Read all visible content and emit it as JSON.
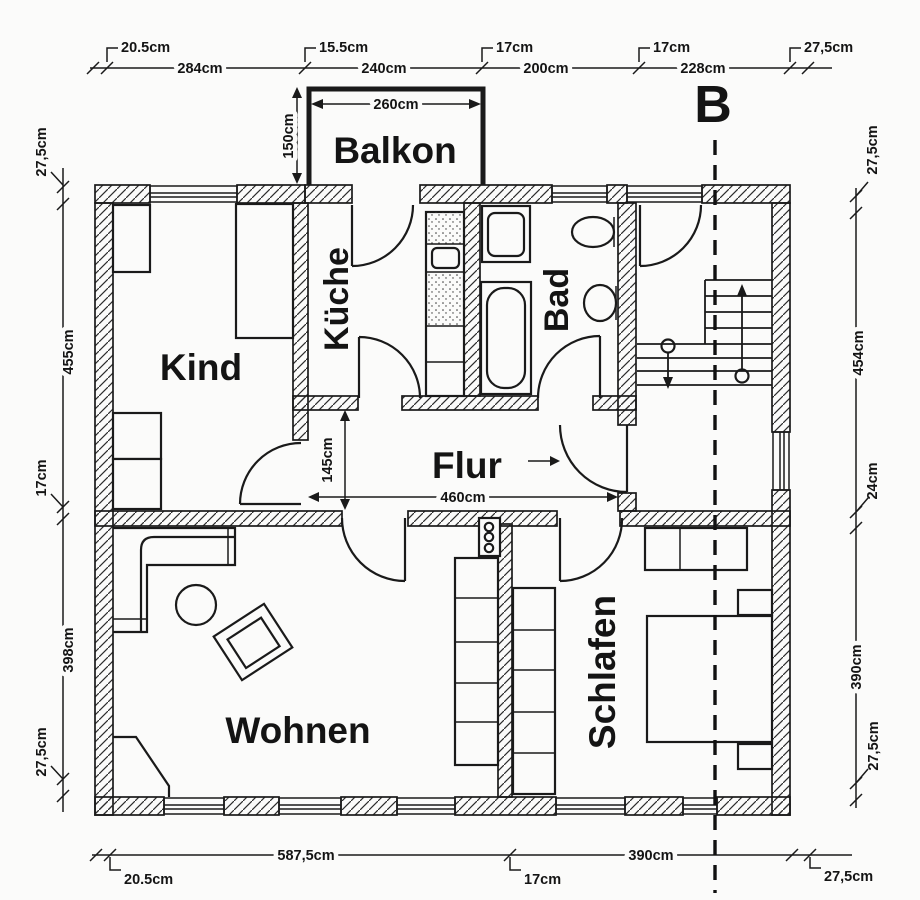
{
  "section_marker": {
    "label": "B"
  },
  "rooms": {
    "balkon": "Balkon",
    "kind": "Kind",
    "kueche": "Küche",
    "bad": "Bad",
    "flur": "Flur",
    "wohnen": "Wohnen",
    "schlafen": "Schlafen"
  },
  "dims": {
    "top": {
      "offset_left": "20.5cm",
      "seg1": "284cm",
      "gap1": "15.5cm",
      "seg2": "240cm",
      "gap2": "17cm",
      "seg3": "200cm",
      "gap3": "17cm",
      "seg4": "228cm",
      "offset_right": "27,5cm"
    },
    "bottom": {
      "offset_left": "20.5cm",
      "seg1": "587,5cm",
      "gap1": "17cm",
      "seg2": "390cm",
      "offset_right": "27,5cm"
    },
    "left": {
      "offset_top": "27,5cm",
      "seg1": "455cm",
      "gap1": "17cm",
      "seg2": "398cm",
      "offset_bottom": "27,5cm"
    },
    "right": {
      "offset_top": "27,5cm",
      "seg1": "454cm",
      "gap1": "24cm",
      "seg2": "390cm",
      "offset_bottom": "27,5cm"
    },
    "balkon_width": "260cm",
    "balkon_depth": "150cm",
    "flur_width": "460cm",
    "flur_depth": "145cm"
  }
}
